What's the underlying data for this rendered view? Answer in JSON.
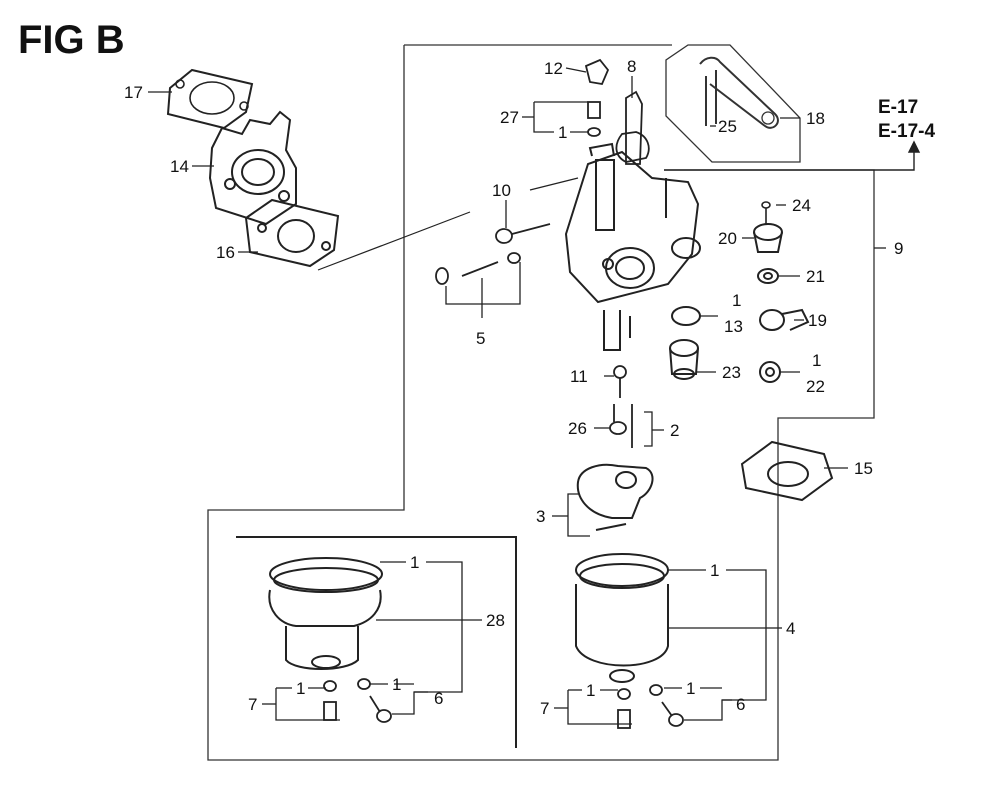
{
  "figure": {
    "title": "FIG B",
    "references": [
      "E-17",
      "E-17-4"
    ]
  },
  "callouts": {
    "c1": "1",
    "c2": "2",
    "c3": "3",
    "c4": "4",
    "c5": "5",
    "c6": "6",
    "c7": "7",
    "c8": "8",
    "c9": "9",
    "c10": "10",
    "c11": "11",
    "c12": "12",
    "c13": "13",
    "c14": "14",
    "c15": "15",
    "c16": "16",
    "c17": "17",
    "c18": "18",
    "c19": "19",
    "c20": "20",
    "c21": "21",
    "c22": "22",
    "c23": "23",
    "c24": "24",
    "c25": "25",
    "c26": "26",
    "c27": "27",
    "c28": "28"
  }
}
